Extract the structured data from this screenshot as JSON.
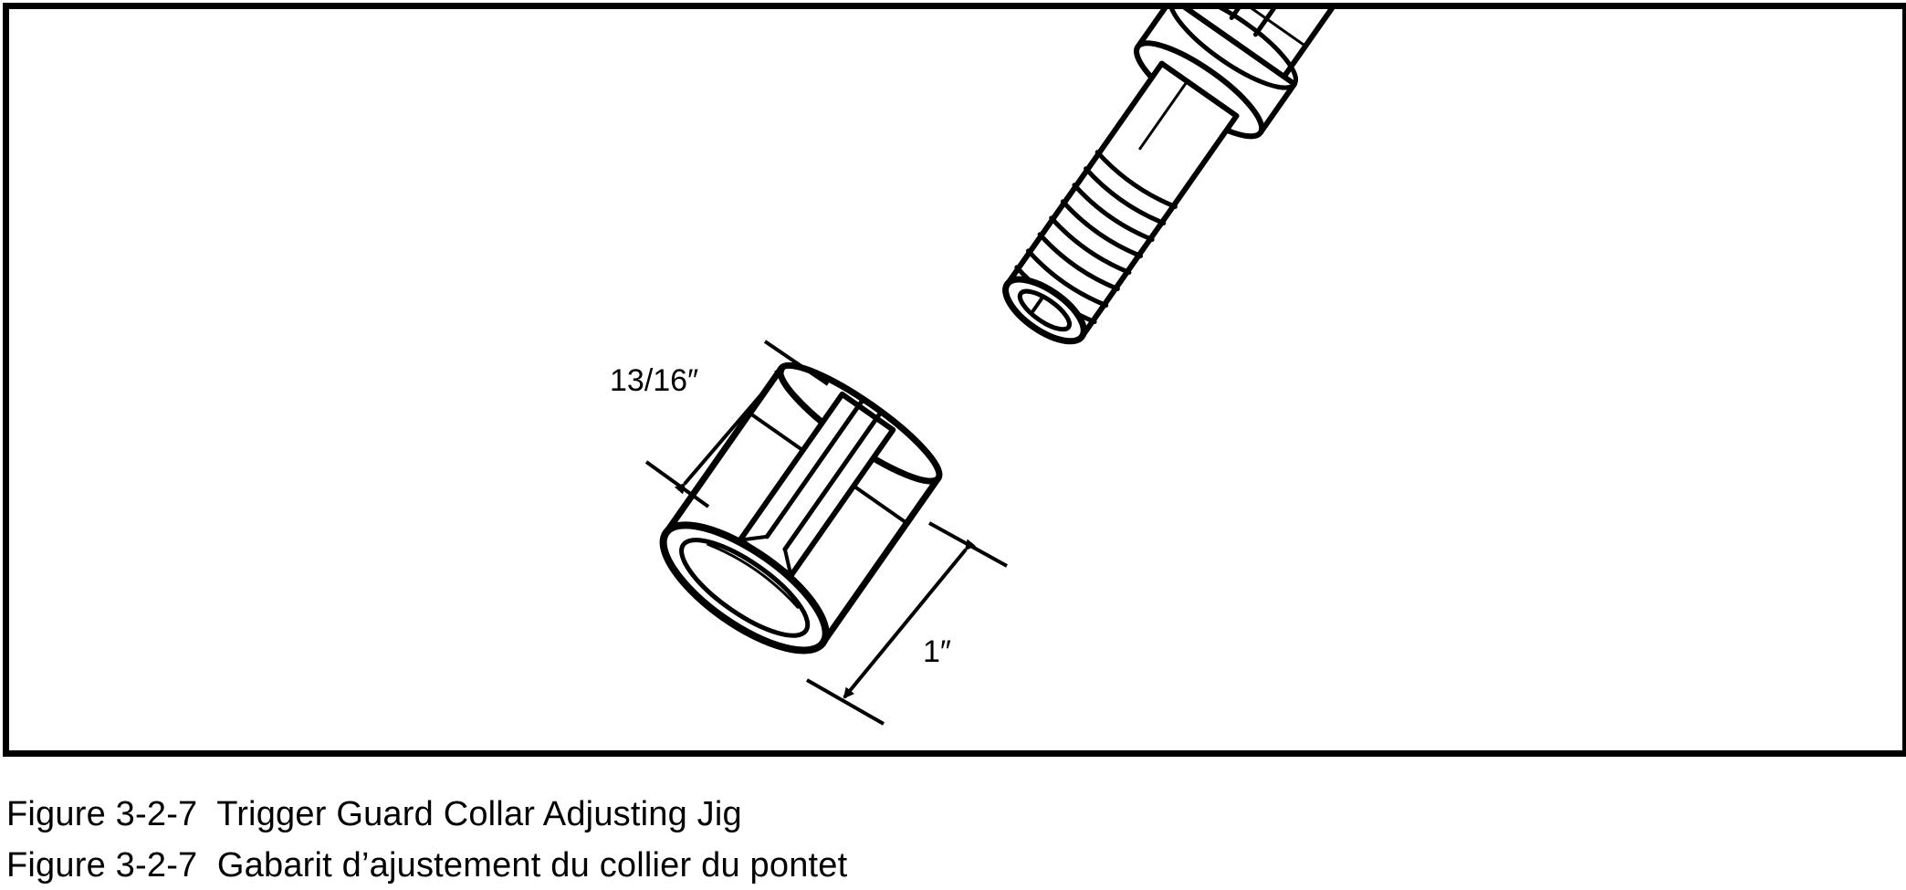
{
  "diagram": {
    "dimension_length": "13/16″",
    "dimension_diameter": "1″"
  },
  "captions": {
    "english": "Figure 3-2-7  Trigger Guard Collar Adjusting Jig",
    "french": "Figure 3-2-7  Gabarit d’ajustement du collier du pontet"
  }
}
